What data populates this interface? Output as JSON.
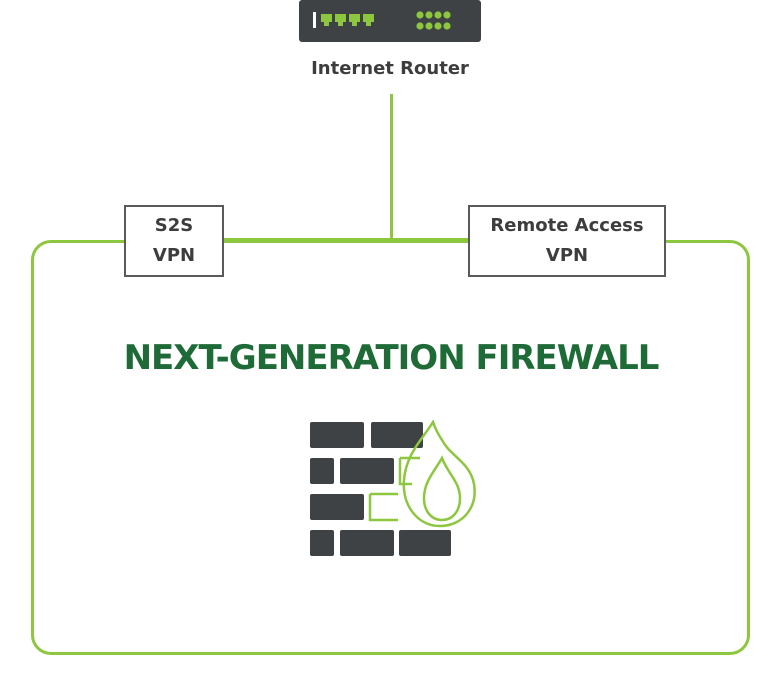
{
  "router": {
    "label": "Internet Router",
    "icon": "router-icon"
  },
  "vpn": {
    "s2s": {
      "line1": "S2S",
      "line2": "VPN"
    },
    "remote": {
      "line1": "Remote Access",
      "line2": "VPN"
    }
  },
  "firewall": {
    "title": "NEXT-GENERATION FIREWALL",
    "icon": "firewall-flame-icon"
  },
  "colors": {
    "accent_green": "#8dc63f",
    "title_green": "#1e6b38",
    "dark_gray": "#3f4244"
  }
}
